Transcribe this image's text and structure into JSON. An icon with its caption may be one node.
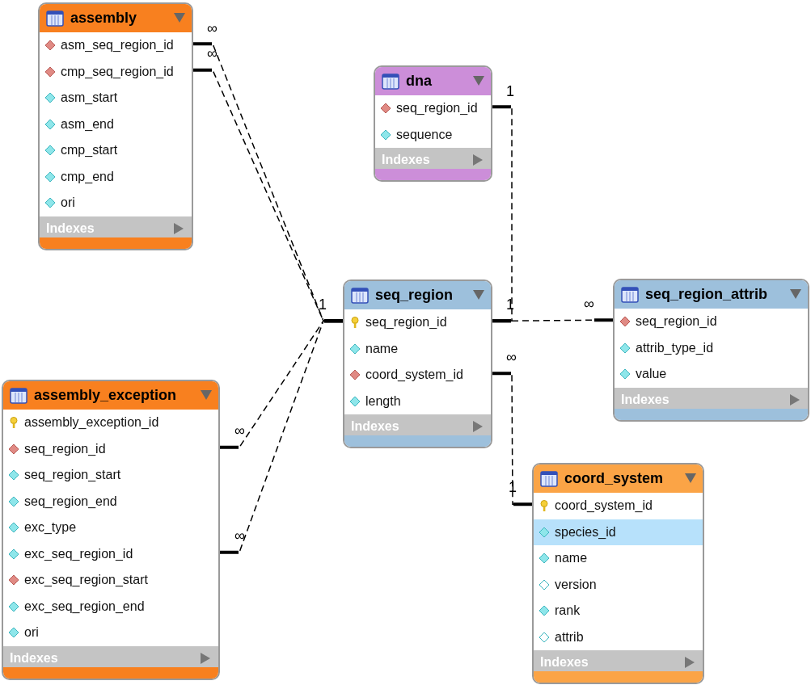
{
  "diagram": {
    "nodes": [
      {
        "text": [
          "assembly",
          "asm_seq_region_id",
          "cmp_seq_region_id",
          "asm_start",
          "asm_end",
          "cmp_start",
          "cmp_end",
          "ori",
          "Indexes"
        ]
      },
      {
        "text": [
          "dna",
          "seq_region_id",
          "sequence",
          "Indexes"
        ]
      },
      {
        "text": [
          "seq_region",
          "seq_region_id",
          "name",
          "coord_system_id",
          "length",
          "Indexes"
        ]
      },
      {
        "text": [
          "seq_region_attrib",
          "seq_region_id",
          "attrib_type_id",
          "value",
          "Indexes"
        ]
      },
      {
        "text": [
          "assembly_exception",
          "assembly_exception_id",
          "seq_region_id",
          "seq_region_start",
          "seq_region_end",
          "exc_type",
          "exc_seq_region_id",
          "exc_seq_region_start",
          "exc_seq_region_end",
          "ori",
          "Indexes"
        ]
      },
      {
        "text": [
          "coord_system",
          "coord_system_id",
          "species_id",
          "name",
          "version",
          "rank",
          "attrib",
          "Indexes"
        ]
      }
    ],
    "edges": [
      {
        "from": 0,
        "to": 2,
        "arrow": "other",
        "style": "dashed"
      },
      {
        "from": 0,
        "to": 2,
        "arrow": "other",
        "style": "dashed"
      },
      {
        "from": 4,
        "to": 2,
        "arrow": "other",
        "style": "dashed"
      },
      {
        "from": 4,
        "to": 2,
        "arrow": "other",
        "style": "dashed"
      },
      {
        "from": 1,
        "to": 2,
        "arrow": "other",
        "style": "dashed"
      },
      {
        "from": 3,
        "to": 2,
        "arrow": "other",
        "style": "dashed"
      },
      {
        "from": 2,
        "to": 5,
        "arrow": "other",
        "style": "dashed"
      }
    ],
    "labels": [
      "∞",
      "∞",
      "1",
      "1",
      "1",
      "∞",
      "∞",
      "∞",
      "1",
      "∞"
    ]
  }
}
